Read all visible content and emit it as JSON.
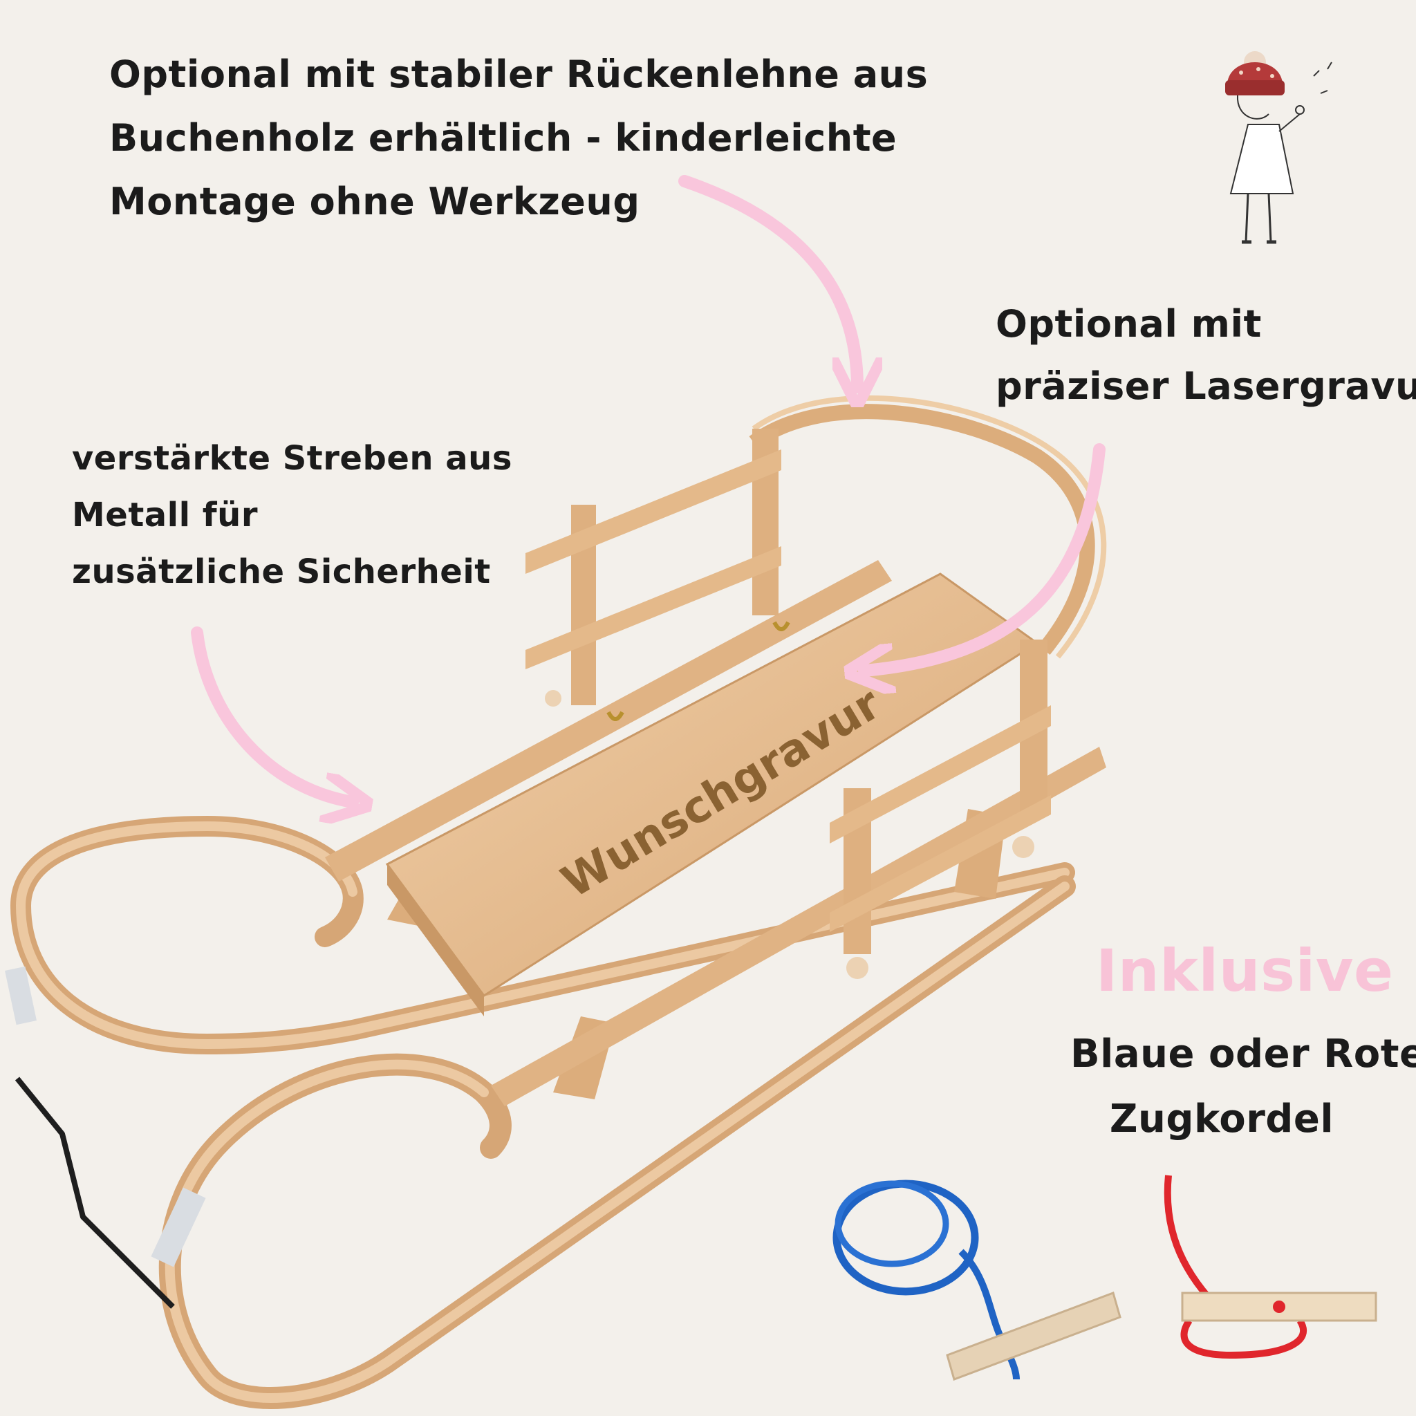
{
  "annotations": {
    "backrest": {
      "lines": [
        "Optional mit stabiler Rückenlehne aus",
        "Buchenholz erhältlich - kinderleichte",
        "Montage ohne Werkzeug"
      ]
    },
    "struts": {
      "lines": [
        "verstärkte Streben aus",
        "Metall für",
        "zusätzliche Sicherheit"
      ]
    },
    "laser": {
      "lines": [
        "Optional mit",
        "präziser Lasergravur"
      ]
    },
    "included": {
      "heading": "Inklusive",
      "lines": [
        "Blaue oder Rote",
        "Zugkordel"
      ]
    }
  },
  "engraving_text": "Wunschgravur",
  "colors": {
    "background": "#f3f0eb",
    "arrow_pink": "#f9c6dc",
    "heading_pink": "#f8c3d7",
    "wood": "#e9c39c",
    "wood_dark": "#c99866",
    "engraving": "#8a6232",
    "cord_blue": "#1f63c4",
    "cord_red": "#e0262c"
  },
  "icons": [
    "girl-with-dandelion-icon",
    "curved-arrow-icon"
  ]
}
